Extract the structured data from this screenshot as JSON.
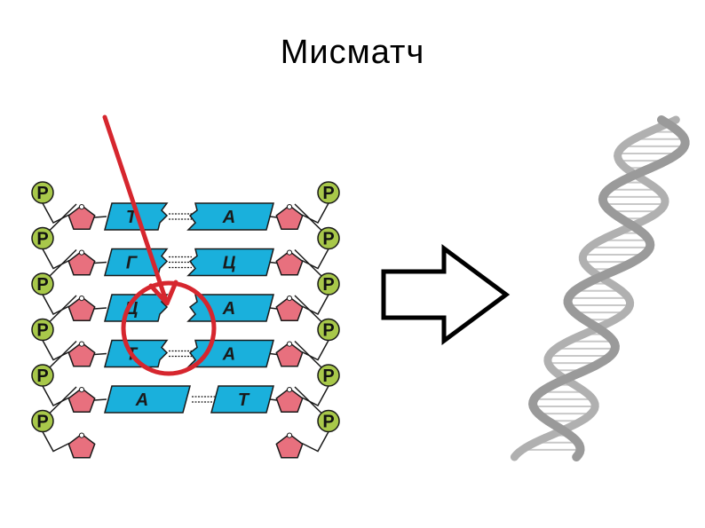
{
  "title": "Мисматч",
  "phosphate_label": "P",
  "pairs": [
    {
      "left": "Т",
      "right": "А",
      "bonds": 2,
      "mismatch": false
    },
    {
      "left": "Г",
      "right": "Ц",
      "bonds": 3,
      "mismatch": false
    },
    {
      "left": "Ц",
      "right": "А",
      "bonds": 0,
      "mismatch": true
    },
    {
      "left": "Т",
      "right": "А",
      "bonds": 2,
      "mismatch": false
    },
    {
      "left": "А",
      "right": "Т",
      "bonds": 2,
      "mismatch": false
    }
  ],
  "colors": {
    "phosphate_fill": "#a8c84a",
    "sugar_fill": "#e8707e",
    "base_fill": "#1ab0dc",
    "outline": "#1a1a1a",
    "mismatch_marker": "#d6262e",
    "helix": "#9a9a9a"
  },
  "icons": {
    "mismatch_pointer": "red-arrow-icon",
    "mismatch_highlight": "red-circle-icon",
    "transition": "outline-right-arrow-icon",
    "double_helix": "dna-double-helix-icon"
  }
}
